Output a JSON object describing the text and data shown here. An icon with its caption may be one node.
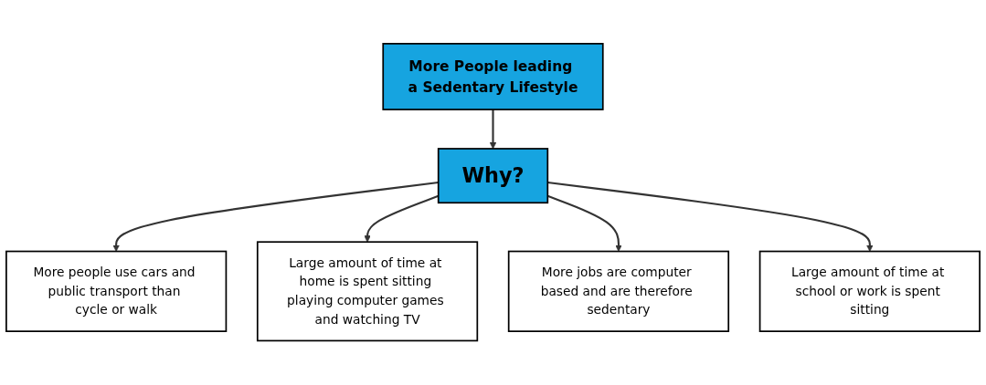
{
  "diagram": {
    "nodes": [
      {
        "text": [
          "More People leading a Sedentary Lifestyle"
        ]
      },
      {
        "text": [
          "Why?"
        ]
      },
      {
        "text": [
          "More people use cars and public transport than cycle or walk"
        ]
      },
      {
        "text": [
          "Large amount of time at home is spent sitting playing computer games and watching TV"
        ]
      },
      {
        "text": [
          "More jobs are computer based and are therefore sedentary"
        ]
      },
      {
        "text": [
          "Large amount of time at school or work is spent sitting"
        ]
      }
    ],
    "edges": [
      {
        "from": 0,
        "to": 1,
        "arrow": "to"
      },
      {
        "from": 1,
        "to": 2,
        "arrow": "to"
      },
      {
        "from": 1,
        "to": 3,
        "arrow": "to"
      },
      {
        "from": 1,
        "to": 4,
        "arrow": "to"
      },
      {
        "from": 1,
        "to": 5,
        "arrow": "to"
      }
    ]
  }
}
